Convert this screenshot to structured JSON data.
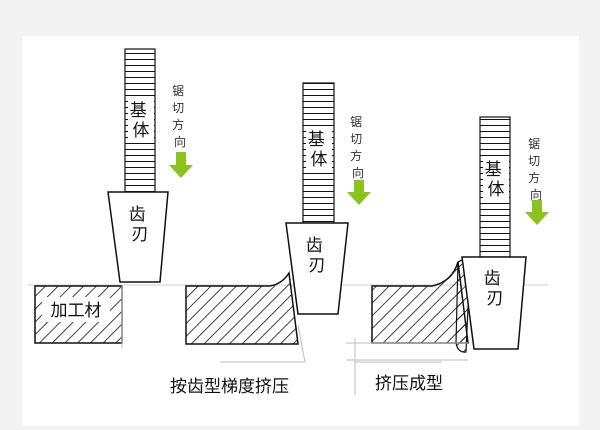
{
  "labels": {
    "base": "基体",
    "tooth": "齿刃",
    "workpiece": "加工材",
    "cut_direction": "锯切方向",
    "caption_left": "按齿型梯度挤压",
    "caption_right": "挤压成型"
  },
  "colors": {
    "background": "#f3f3f3",
    "panel": "#ffffff",
    "stroke": "#111111",
    "arrow": "#8cc21e",
    "leader": "#bdbdbd"
  }
}
